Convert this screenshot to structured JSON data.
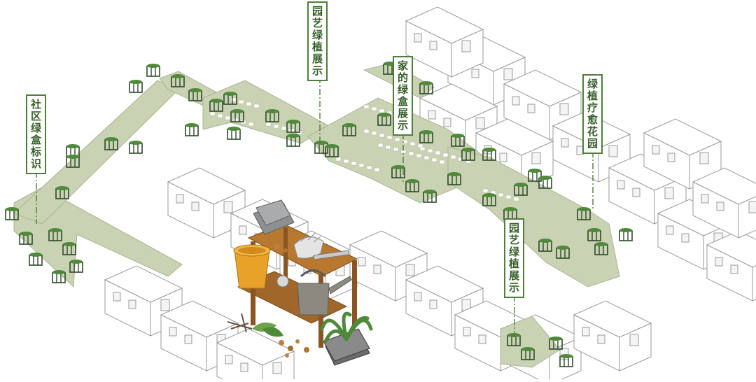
{
  "labels": {
    "community_sign": "社区绿盒标识",
    "garden_display_top": "园艺绿植展示",
    "home_green_box": "家的绿盒展示",
    "healing_garden": "绿植疗愈花园",
    "garden_display_bottom": "园艺绿植展示"
  },
  "colors": {
    "path": "#c9d2b3",
    "path_edge": "#aab594",
    "label_border": "#4f7d3c",
    "label_text": "#355f2a",
    "house_line": "#9a9a9a",
    "planter": "#2e4a2a",
    "table_wood": "#a0662a",
    "bucket": "#e8a22a",
    "watering_can": "#8c8a80",
    "tray": "#8a8a8a",
    "plant": "#4f8a3a"
  }
}
